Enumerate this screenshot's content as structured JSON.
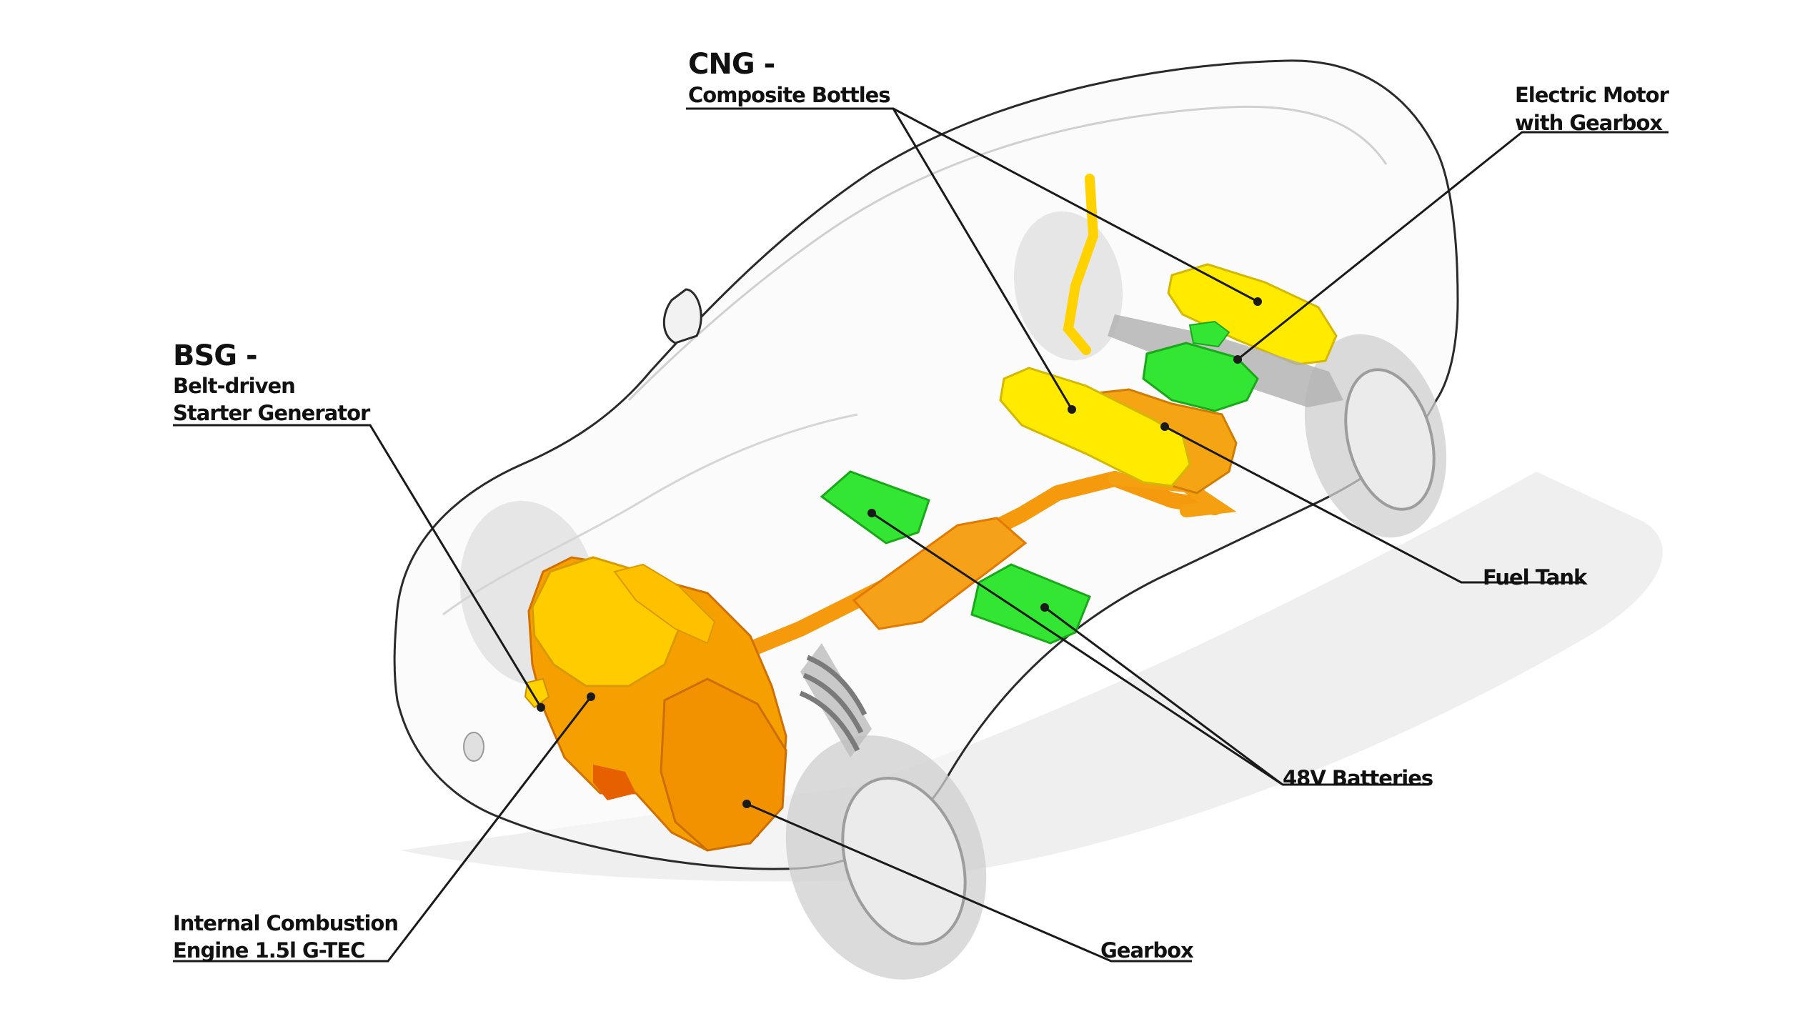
{
  "labels": {
    "cng_heading": "CNG -",
    "cng_sub": "Composite Bottles",
    "electric_motor_line1": "Electric Motor",
    "electric_motor_line2": "with Gearbox",
    "bsg_heading": "BSG -",
    "bsg_line1": "Belt-driven",
    "bsg_line2": "Starter Generator",
    "fuel_tank": "Fuel Tank",
    "batteries": "48V Batteries",
    "ice_line1": "Internal Combustion",
    "ice_line2": "Engine 1.5l G-TEC",
    "gearbox": "Gearbox"
  },
  "colors": {
    "leader": "#1a1a1a",
    "body_outline": "#2a2a2a",
    "engine_orange": "#f5a000",
    "engine_gold": "#ffcc00",
    "exhaust_orange": "#f59a0c",
    "cng_yellow": "#ffea00",
    "battery_green": "#33e633",
    "wheel_grey": "#cfcfcf",
    "tyre_grey": "#b8b8b8",
    "shadow_grey": "#e9e9e9"
  }
}
